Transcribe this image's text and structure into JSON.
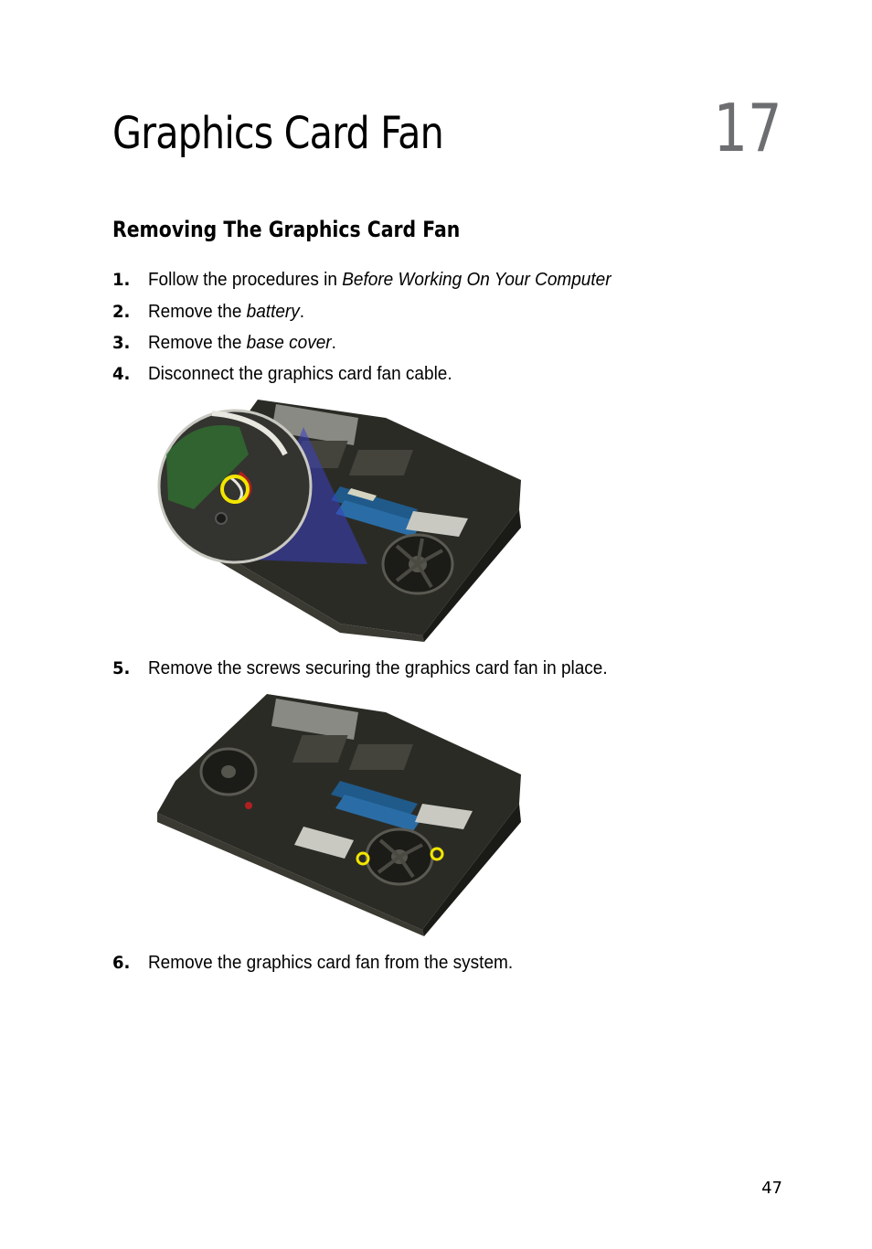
{
  "chapter": {
    "title": "Graphics Card Fan",
    "number": "17"
  },
  "section": {
    "title": "Removing The Graphics Card Fan"
  },
  "steps": [
    {
      "num": "1.",
      "text": "Follow the procedures in ",
      "link": "Before Working On Your Computer",
      "suffix": ""
    },
    {
      "num": "2.",
      "text": "Remove the ",
      "link": "battery",
      "suffix": "."
    },
    {
      "num": "3.",
      "text": "Remove the ",
      "link": "base cover",
      "suffix": "."
    },
    {
      "num": "4.",
      "text": "Disconnect the graphics card fan cable."
    },
    {
      "num": "5.",
      "text": "Remove the screws securing the graphics card fan in place."
    },
    {
      "num": "6.",
      "text": "Remove the graphics card fan from the system."
    }
  ],
  "page_number": "47",
  "colors": {
    "chapter_number": "#6d6e71",
    "highlight_ring": "#f2e600",
    "zoom_overlay": "#3a3fbf"
  }
}
